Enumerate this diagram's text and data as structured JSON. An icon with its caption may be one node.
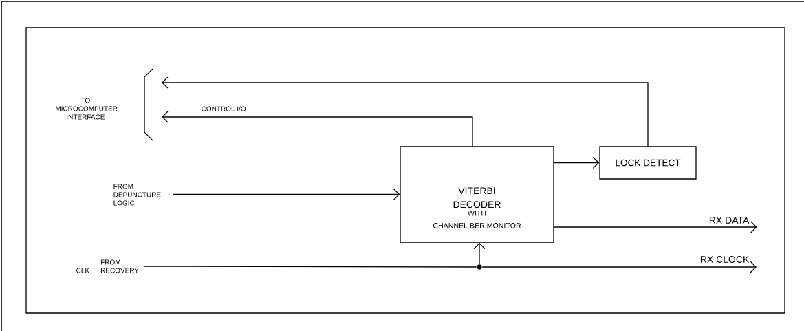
{
  "diagram": {
    "nodes": [
      {
        "text": [
          "TO MICROCOMPUTER INTERFACE"
        ]
      },
      {
        "text": [
          "FROM DEPUNCTURE LOGIC"
        ]
      },
      {
        "text": [
          "VITERBI DECODER",
          "WITH CHANNEL BER MONITOR"
        ]
      },
      {
        "text": [
          "LOCK DETECT"
        ]
      },
      {
        "text": [
          "CLK",
          "FROM RECOVERY"
        ]
      },
      {
        "text": [],
        "shape": "circle"
      }
    ],
    "edges": [
      {
        "from": 2,
        "to": 0,
        "arrow": "to",
        "label": "CONTROL I/O"
      },
      {
        "from": 3,
        "to": 0,
        "arrow": "to"
      },
      {
        "from": 1,
        "to": 2,
        "arrow": "to"
      },
      {
        "from": 2,
        "to": 3,
        "arrow": "to"
      },
      {
        "from": 2,
        "to": null,
        "arrow": "to",
        "label": "RX DATA"
      },
      {
        "from": 4,
        "to": 5,
        "arrow": "none"
      },
      {
        "from": 5,
        "to": null,
        "arrow": "to",
        "label": "RX CLOCK"
      },
      {
        "from": 5,
        "to": 2,
        "arrow": "to"
      }
    ]
  }
}
